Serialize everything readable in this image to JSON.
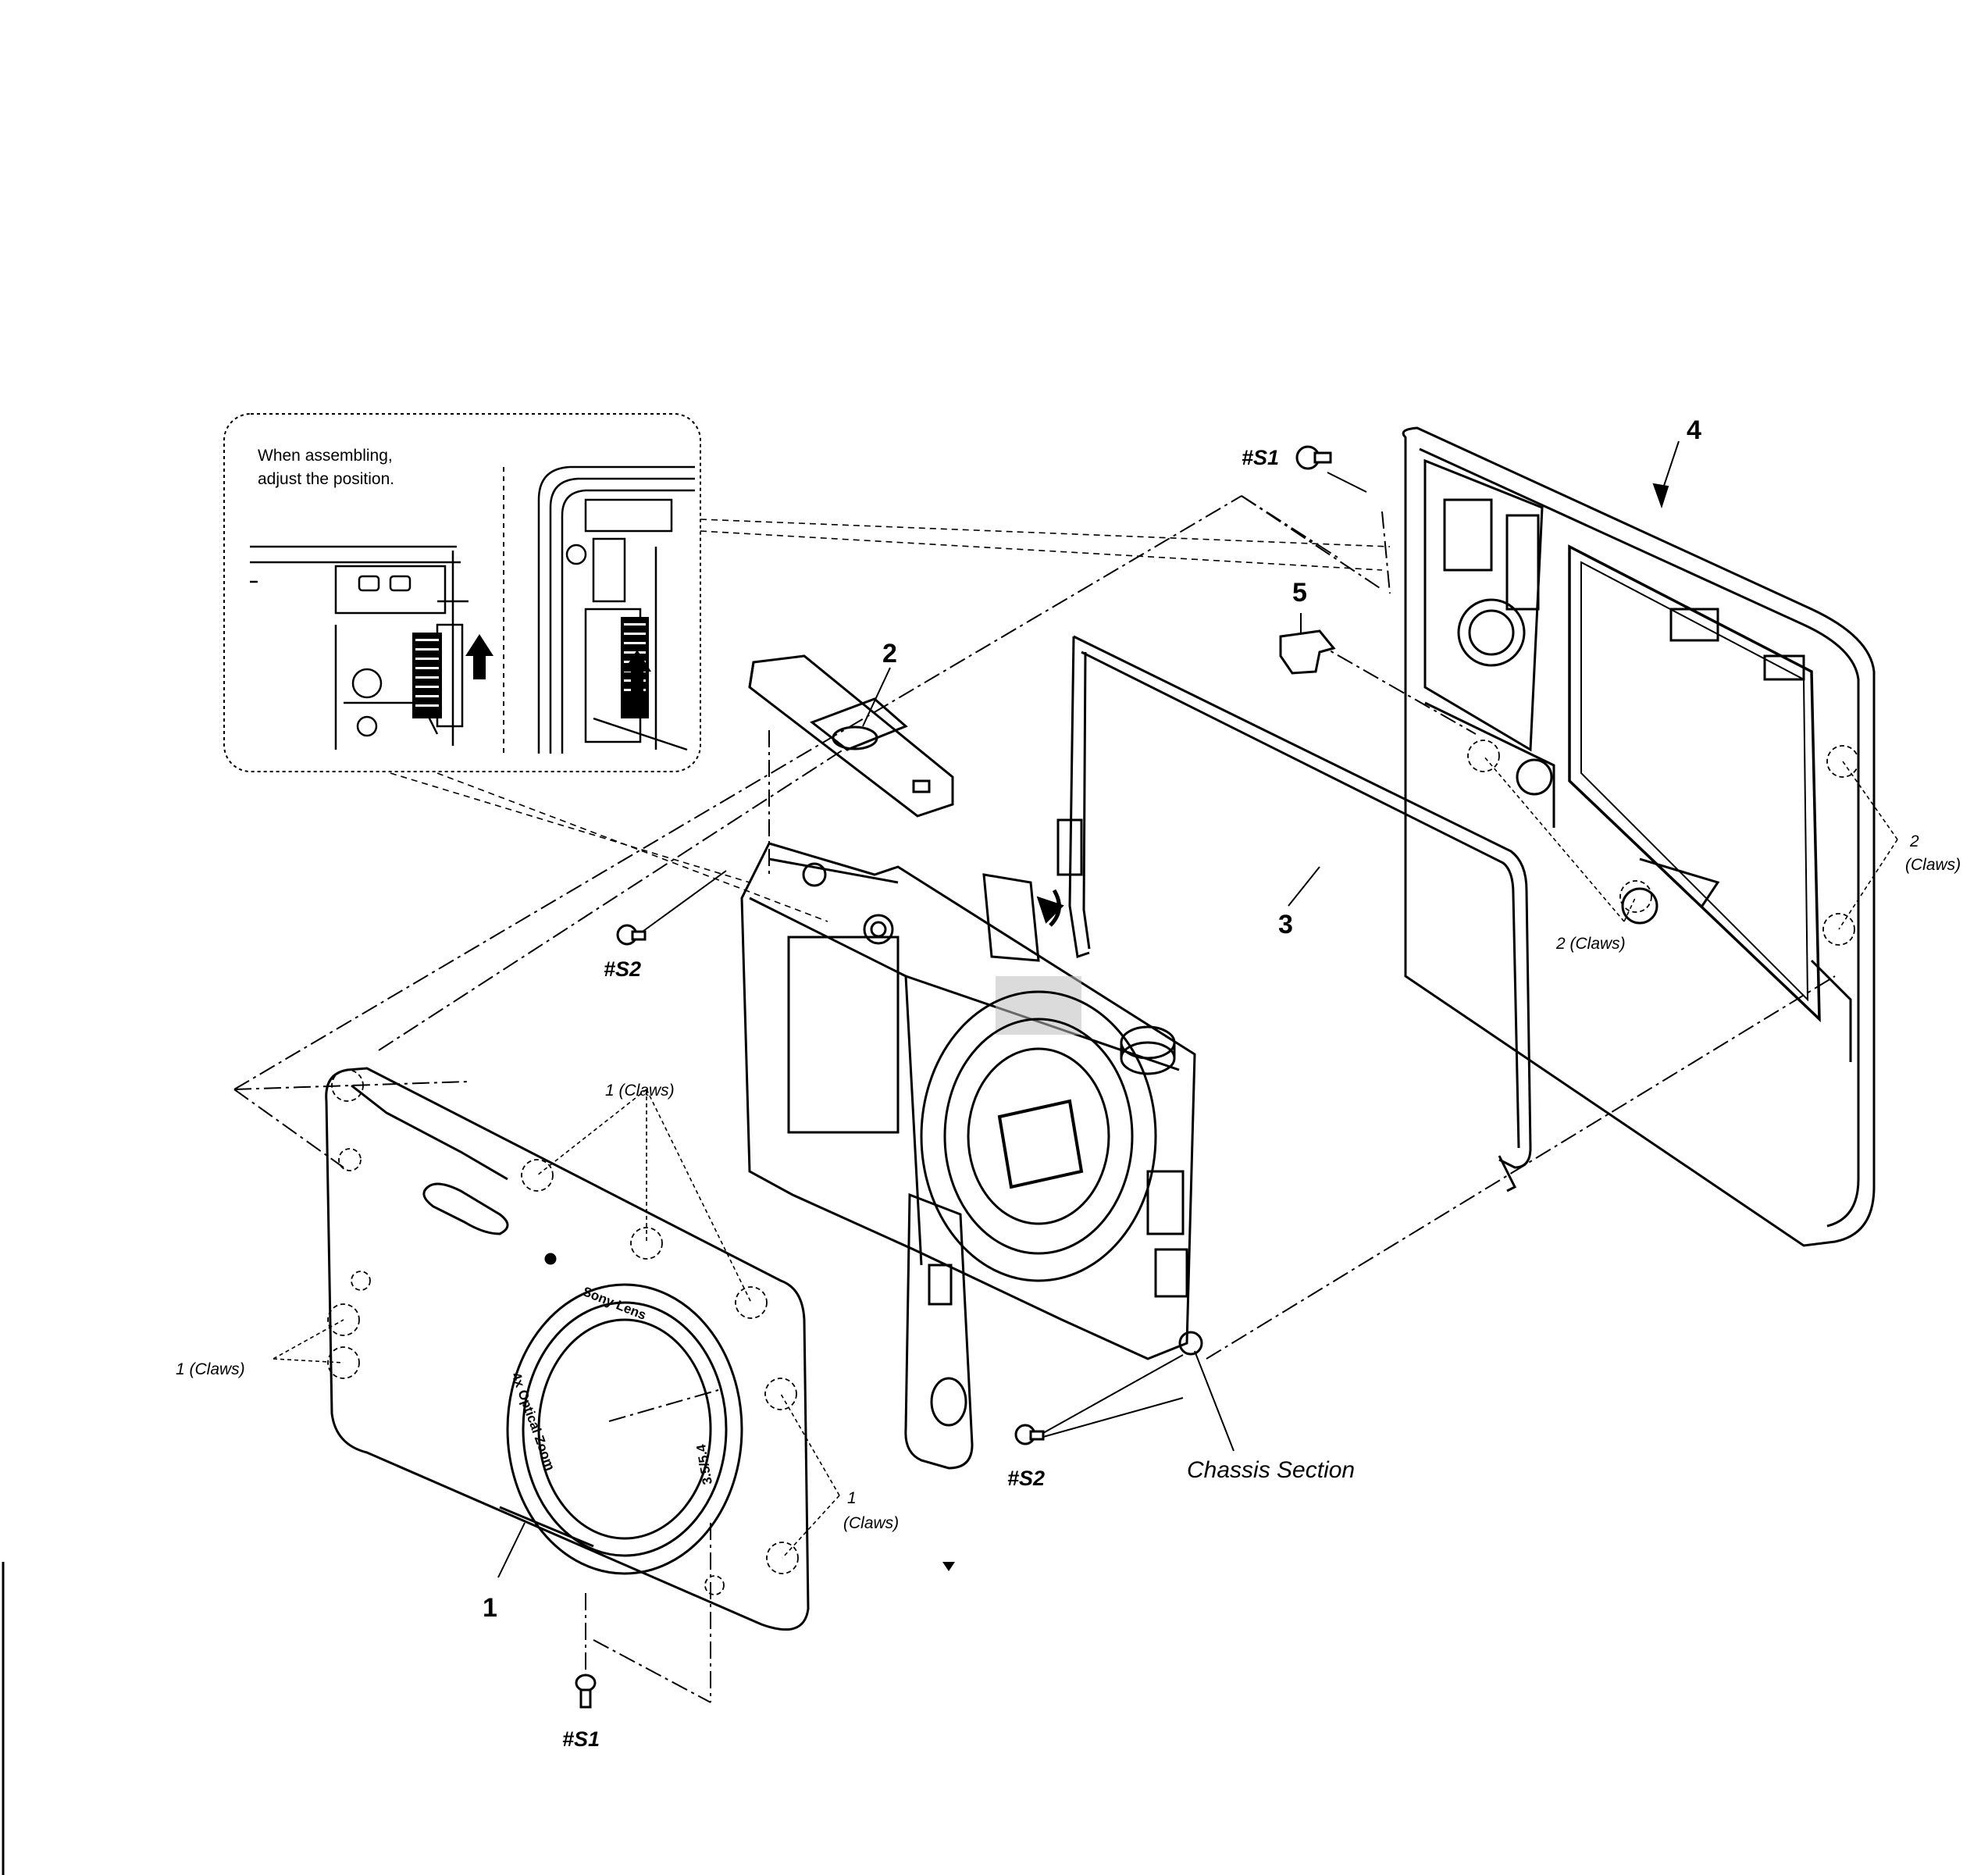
{
  "diagram": {
    "inset_note": [
      "When assembling,",
      "adjust the position."
    ],
    "parts": {
      "p1": "1",
      "p2": "2",
      "p3": "3",
      "p4": "4",
      "p5": "5"
    },
    "screws": {
      "s1_top": "#S1",
      "s2_left": "#S2",
      "s2_bottom": "#S2",
      "s1_bottom": "#S1"
    },
    "claws": {
      "front_top": "1 (Claws)",
      "front_left": "1 (Claws)",
      "front_right_num": "1",
      "front_right_word": "(Claws)",
      "rear_bottom": "2 (Claws)",
      "rear_right_num": "2",
      "rear_right_word": "(Claws)"
    },
    "chassis_label": "Chassis Section",
    "lens_text": {
      "brand": "Sony Lens",
      "zoom": "4x Optical Zoom",
      "spec": "3.5/5.4"
    },
    "colors": {
      "line": "#000000",
      "background": "#ffffff"
    }
  }
}
